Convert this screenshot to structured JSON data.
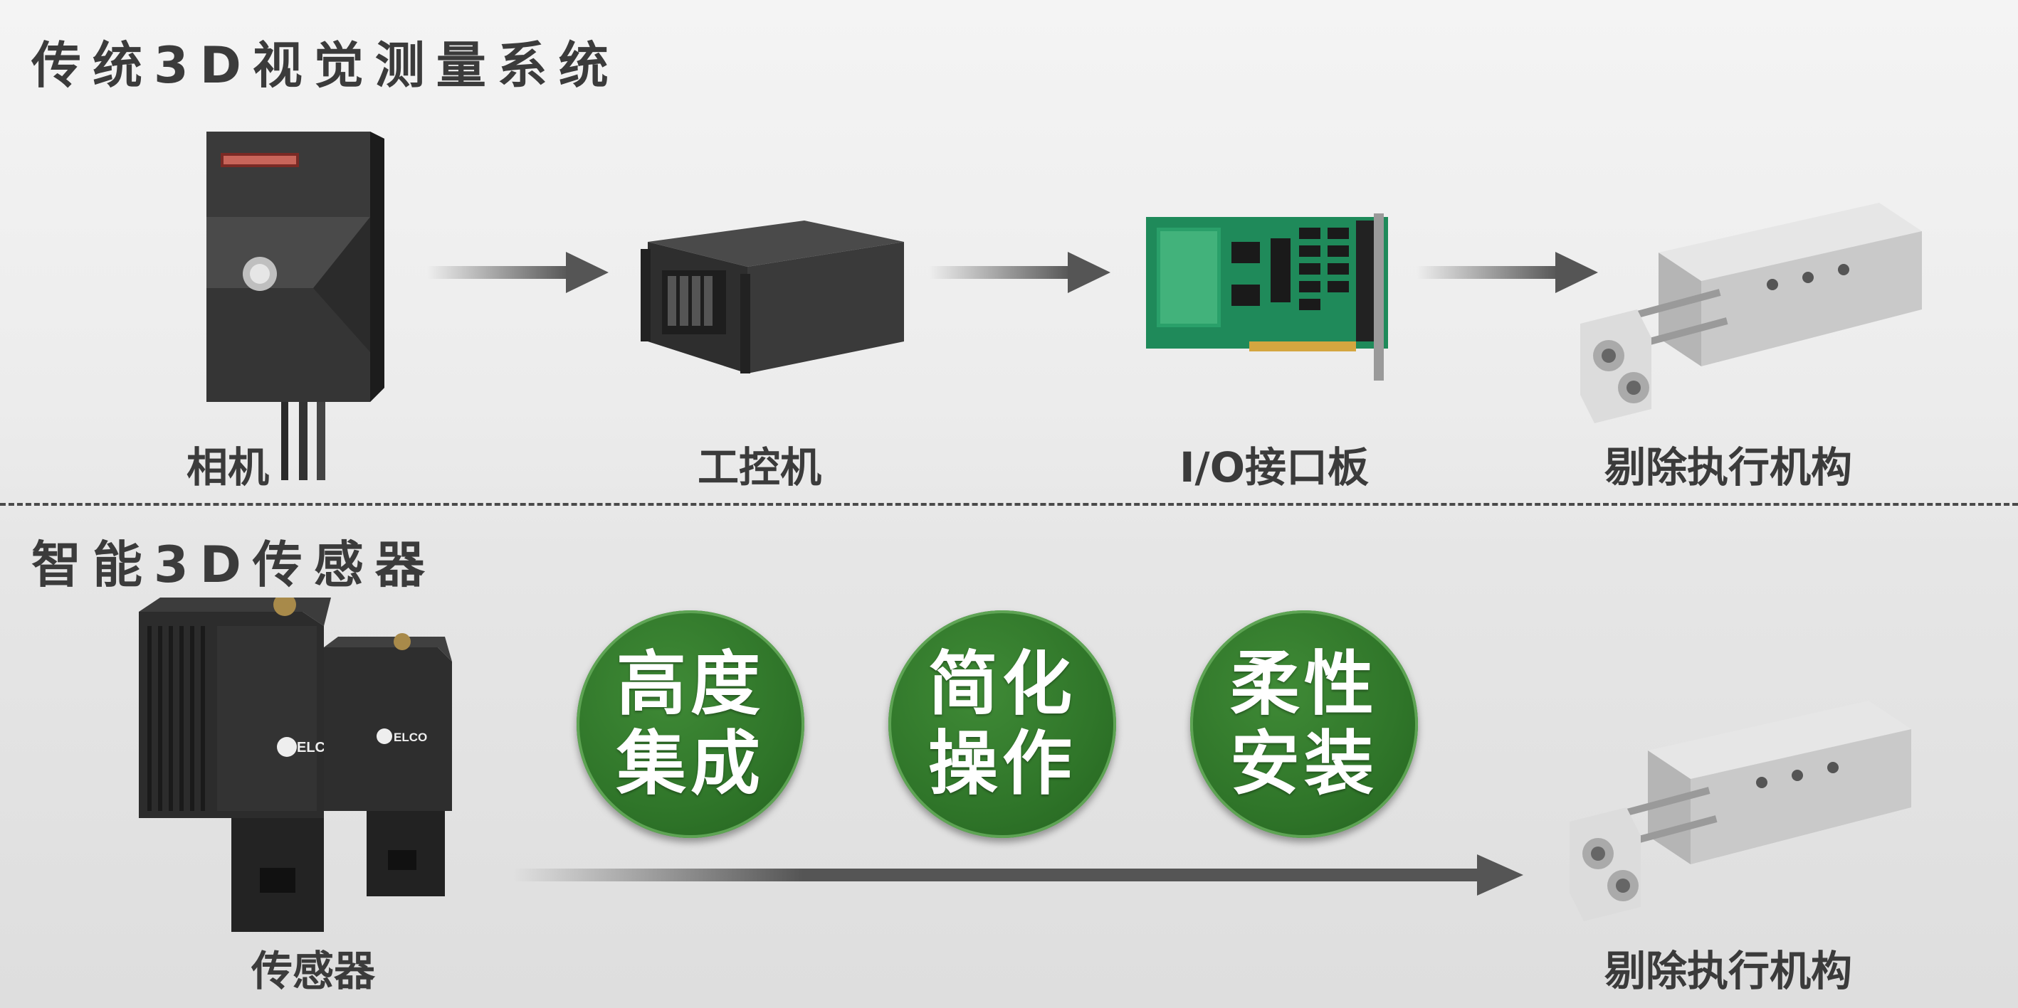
{
  "sections": {
    "traditional": {
      "title": "传统3D视觉测量系统",
      "items": [
        {
          "label": "相机"
        },
        {
          "label": "工控机"
        },
        {
          "label": "I/O接口板"
        },
        {
          "label": "剔除执行机构"
        }
      ]
    },
    "smart": {
      "title": "智能3D传感器",
      "sensor_label": "传感器",
      "actuator_label": "剔除执行机构",
      "sensor_brand": "ELCO",
      "badges": [
        {
          "line1": "高度",
          "line2": "集成"
        },
        {
          "line1": "简化",
          "line2": "操作"
        },
        {
          "line1": "柔性",
          "line2": "安装"
        }
      ]
    }
  },
  "colors": {
    "badge_green": "#2f7529",
    "arrow_gray": "#555555",
    "text": "#3b3b3b"
  }
}
